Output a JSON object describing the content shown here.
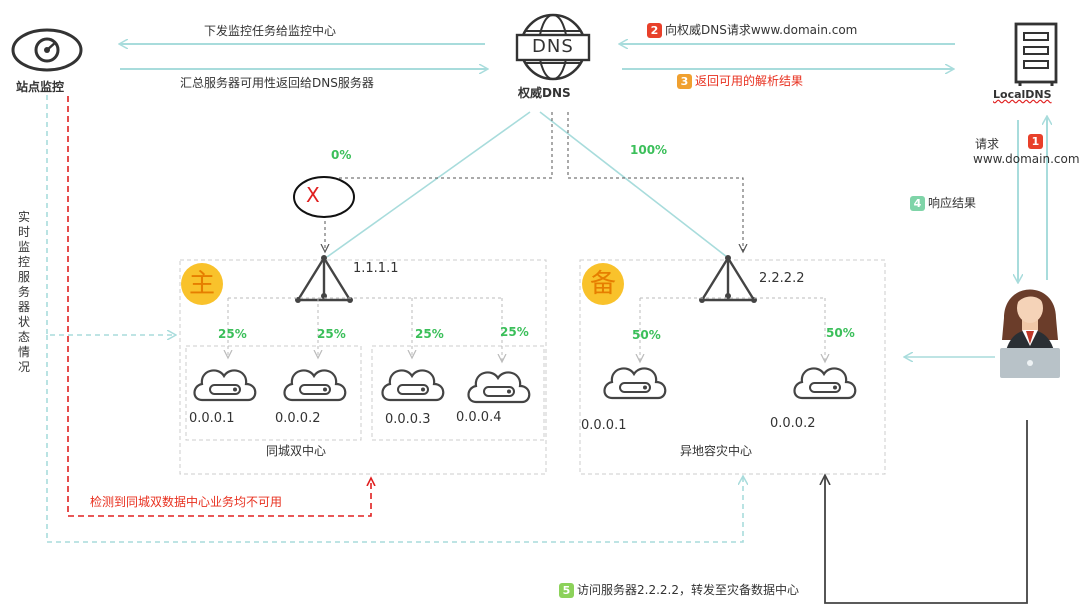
{
  "top": {
    "monitor_label": "站点监控",
    "dns_label": "权威DNS",
    "dns_icon_text": "DNS",
    "localdns_label": "LocalDNS",
    "msg_dispatch": "下发监控任务给监控中心",
    "msg_summary": "汇总服务器可用性返回给DNS服务器"
  },
  "steps": {
    "step1": {
      "num": "1",
      "text_line1": "请求",
      "text_line2": "www.domain.com",
      "color": "#e8402a"
    },
    "step2": {
      "num": "2",
      "text": "向权威DNS请求www.domain.com",
      "color": "#e8402a"
    },
    "step3": {
      "num": "3",
      "text": "返回可用的解析结果",
      "color": "#f0a030"
    },
    "step4": {
      "num": "4",
      "text": "响应结果",
      "color": "#7fd4a8"
    },
    "step5": {
      "num": "5",
      "text": "访问服务器2.2.2.2，转发至灾备数据中心",
      "color": "#8cd25a"
    }
  },
  "weights": {
    "primary": "0%",
    "backup": "100%"
  },
  "fail_mark": "X",
  "vertical_label": "实时监控服务器状态情况",
  "alert_text": "检测到同城双数据中心业务均不可用",
  "primary": {
    "badge": "主",
    "lb_ip": "1.1.1.1",
    "title": "同城双中心",
    "shares": [
      "25%",
      "25%",
      "25%",
      "25%"
    ],
    "servers": [
      "0.0.0.1",
      "0.0.0.2",
      "0.0.0.3",
      "0.0.0.4"
    ]
  },
  "backup": {
    "badge": "备",
    "lb_ip": "2.2.2.2",
    "title": "异地容灾中心",
    "shares": [
      "50%",
      "50%"
    ],
    "servers": [
      "0.0.0.1",
      "0.0.0.2"
    ]
  },
  "colors": {
    "arrow": "#a8dcdc",
    "dashed": "#555555",
    "alert": "#e02020",
    "green": "#3bbf5a",
    "badge_fill": "#f9c22b"
  }
}
